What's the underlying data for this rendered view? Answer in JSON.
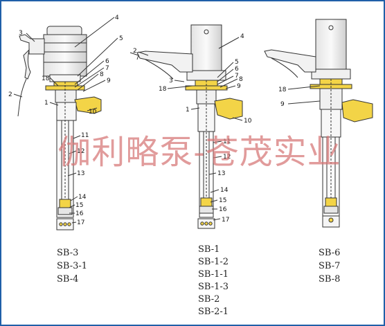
{
  "models": {
    "left": [
      "SB-3",
      "SB-3-1",
      "SB-4"
    ],
    "middle": [
      "SB-1",
      "SB-1-2",
      "SB-1-1",
      "SB-1-3",
      "SB-2",
      "SB-2-1"
    ],
    "right": [
      "SB-6",
      "SB-7",
      "SB-8"
    ]
  },
  "callouts": {
    "left": [
      "4",
      "3",
      "5",
      "6",
      "7",
      "8",
      "18",
      "9",
      "2",
      "1",
      "10",
      "11",
      "12",
      "13",
      "14",
      "15",
      "16",
      "17"
    ],
    "middle": [
      "4",
      "2",
      "5",
      "6",
      "7",
      "8",
      "3",
      "9",
      "18",
      "1",
      "10",
      "11",
      "12",
      "13",
      "14",
      "15",
      "16",
      "17"
    ],
    "right": [
      "18",
      "9"
    ]
  },
  "watermark": "伽利略泵-苍茂实业",
  "colors": {
    "frame": "#1f5fa8",
    "line": "#333333",
    "yellow": "#f3d447",
    "watermark": "#d67474"
  }
}
